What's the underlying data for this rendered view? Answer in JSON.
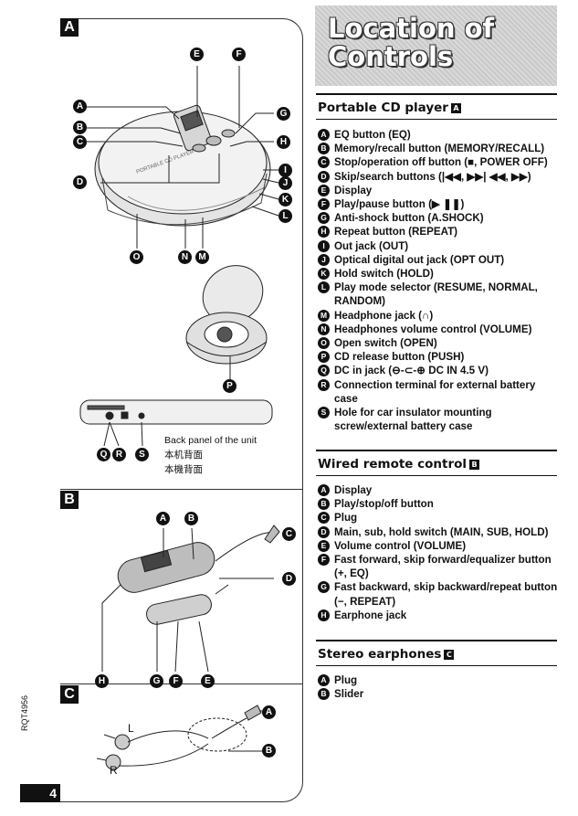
{
  "page": {
    "number": "4",
    "doc_id": "RQT4956"
  },
  "title": {
    "line1": "Location of",
    "line2": "Controls"
  },
  "figure": {
    "section_a": "A",
    "section_b": "B",
    "section_c": "C",
    "a_callouts": [
      "E",
      "F",
      "A",
      "G",
      "B",
      "C",
      "H",
      "D",
      "I",
      "J",
      "K",
      "L",
      "O",
      "N",
      "M",
      "P",
      "Q",
      "R",
      "S"
    ],
    "b_callouts": [
      "A",
      "B",
      "C",
      "D",
      "H",
      "G",
      "F",
      "E"
    ],
    "c_callouts": [
      "A",
      "B"
    ],
    "earphone_left": "L",
    "earphone_right": "R",
    "back_panel": {
      "en": "Back panel of the unit",
      "zh_s": "本机背面",
      "zh_t": "本機背面"
    }
  },
  "sections": [
    {
      "heading": "Portable CD player",
      "box": "A",
      "items": [
        {
          "id": "A",
          "text": "EQ button (EQ)"
        },
        {
          "id": "B",
          "text": "Memory/recall button (MEMORY/RECALL)"
        },
        {
          "id": "C",
          "text": "Stop/operation off button (■, POWER OFF)"
        },
        {
          "id": "D",
          "text": "Skip/search buttons (|◀◀, ▶▶| ◀◀, ▶▶)"
        },
        {
          "id": "E",
          "text": "Display"
        },
        {
          "id": "F",
          "text": "Play/pause button (▶ ❚❚)"
        },
        {
          "id": "G",
          "text": "Anti-shock button (A.SHOCK)"
        },
        {
          "id": "H",
          "text": "Repeat button (REPEAT)"
        },
        {
          "id": "I",
          "text": "Out jack (OUT)"
        },
        {
          "id": "J",
          "text": "Optical digital out jack (OPT OUT)"
        },
        {
          "id": "K",
          "text": "Hold switch (HOLD)"
        },
        {
          "id": "L",
          "text": "Play mode selector (RESUME, NORMAL, RANDOM)"
        },
        {
          "id": "M",
          "text": "Headphone jack (∩)"
        },
        {
          "id": "N",
          "text": "Headphones volume control (VOLUME)"
        },
        {
          "id": "O",
          "text": "Open switch (OPEN)"
        },
        {
          "id": "P",
          "text": "CD release button (PUSH)"
        },
        {
          "id": "Q",
          "text": "DC in jack (⊖-⊂-⊕ DC IN 4.5 V)"
        },
        {
          "id": "R",
          "text": "Connection terminal for external battery case"
        },
        {
          "id": "S",
          "text": "Hole for car insulator mounting screw/external battery case"
        }
      ]
    },
    {
      "heading": "Wired remote control",
      "box": "B",
      "items": [
        {
          "id": "A",
          "text": "Display"
        },
        {
          "id": "B",
          "text": "Play/stop/off button"
        },
        {
          "id": "C",
          "text": "Plug"
        },
        {
          "id": "D",
          "text": "Main, sub, hold switch (MAIN, SUB, HOLD)"
        },
        {
          "id": "E",
          "text": "Volume control (VOLUME)"
        },
        {
          "id": "F",
          "text": "Fast forward, skip forward/equalizer button (+, EQ)"
        },
        {
          "id": "G",
          "text": "Fast backward, skip backward/repeat button (−, REPEAT)"
        },
        {
          "id": "H",
          "text": "Earphone jack"
        }
      ]
    },
    {
      "heading": "Stereo earphones",
      "box": "C",
      "items": [
        {
          "id": "A",
          "text": "Plug"
        },
        {
          "id": "B",
          "text": "Slider"
        }
      ]
    }
  ]
}
